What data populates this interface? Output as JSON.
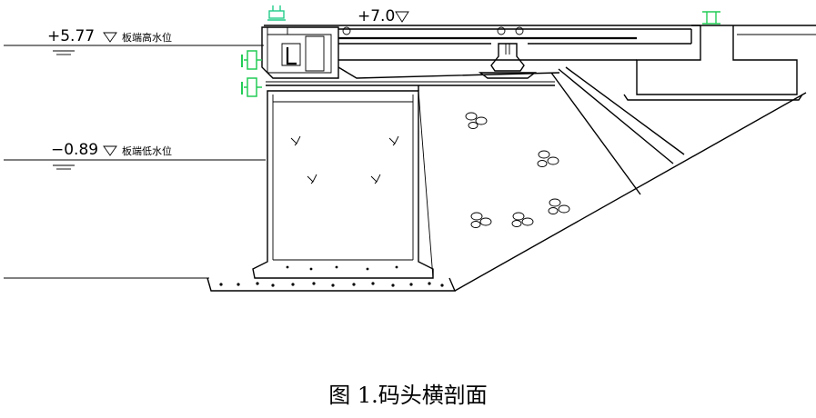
{
  "labels": {
    "top_elevation": "+7.0",
    "high_water_value": "+5.77",
    "high_water_text": "板端高水位",
    "low_water_value": "−0.89",
    "low_water_text": "板端低水位"
  },
  "caption": "图 1.码头横剖面",
  "colors": {
    "line": "#000000",
    "bollard": "#22cc88",
    "fender": "#22cc55",
    "background": "#ffffff"
  }
}
